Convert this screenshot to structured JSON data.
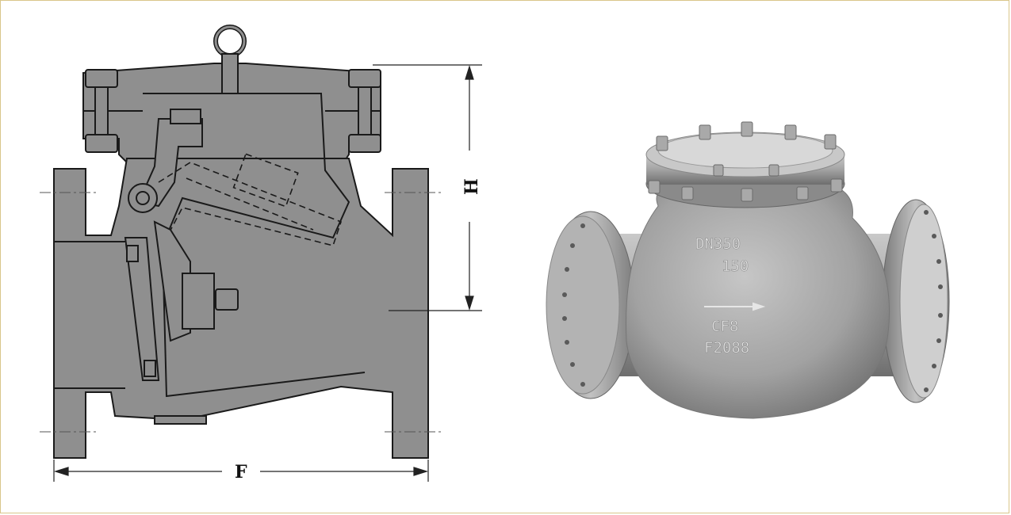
{
  "drawing": {
    "dimension_height_label": "H",
    "dimension_width_label": "F"
  },
  "photo": {
    "markings": [
      "DN350",
      "150",
      "CF8",
      "F2088"
    ]
  },
  "colors": {
    "body_fill": "#8f8f8f",
    "outline": "#1a1a1a",
    "frame": "#d9c68a"
  }
}
